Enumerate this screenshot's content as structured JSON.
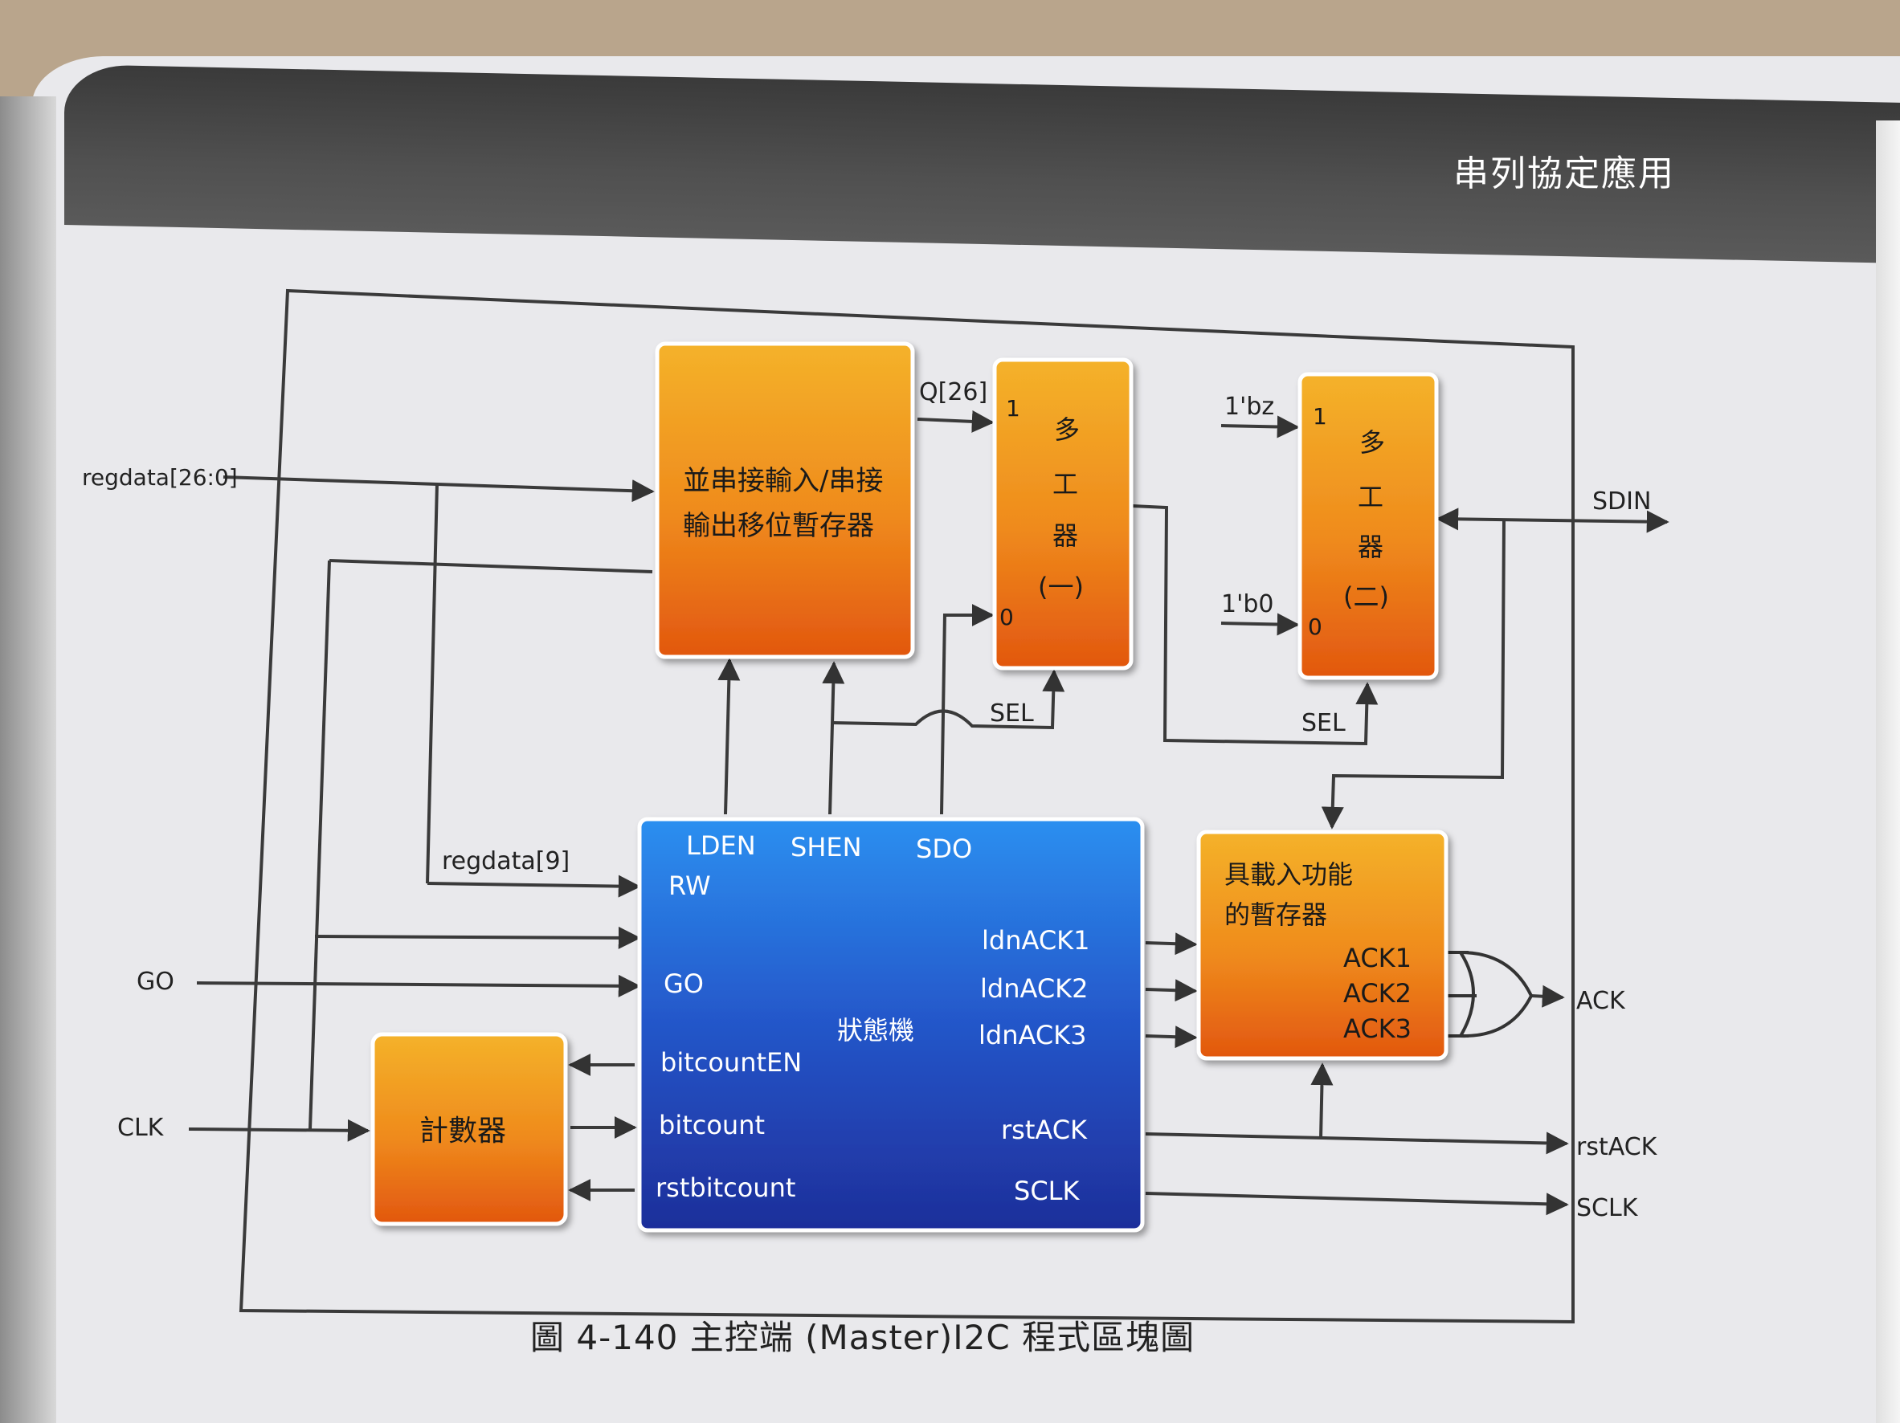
{
  "page_header": "串列協定應用",
  "caption": "圖 4-140 主控端 (Master)I2C 程式區塊圖",
  "blocks": {
    "shift_register": "並串接輸入/串接\n輸出移位暫存器",
    "mux1": {
      "label": "多\n工\n器\n(一)",
      "in1": "1",
      "in0": "0",
      "sel": "SEL"
    },
    "mux2": {
      "label": "多\n工\n器\n(二)",
      "in1": "1",
      "in0": "0",
      "sel": "SEL"
    },
    "load_register": "具載入功能\n的暫存器",
    "counter": "計數器",
    "fsm": "狀態機"
  },
  "fsm_ports": {
    "ldEN": "LDEN",
    "shEN": "SHEN",
    "sdo": "SDO",
    "rw": "RW",
    "go": "GO",
    "bitcountEN": "bitcountEN",
    "bitcount": "bitcount",
    "rstbitcount": "rstbitcount",
    "ldnACK1": "ldnACK1",
    "ldnACK2": "ldnACK2",
    "ldnACK3": "ldnACK3",
    "rstACK": "rstACK",
    "sclk": "SCLK"
  },
  "register_ports": {
    "ack1": "ACK1",
    "ack2": "ACK2",
    "ack3": "ACK3"
  },
  "signals": {
    "regdata": "regdata[26:0]",
    "regdata9": "regdata[9]",
    "q26": "Q[26]",
    "bz": "1'bz",
    "b0": "1'b0",
    "sdin": "SDIN",
    "go_in": "GO",
    "clk": "CLK",
    "ack_out": "ACK",
    "rstack_out": "rstACK",
    "sclk_out": "SCLK"
  }
}
